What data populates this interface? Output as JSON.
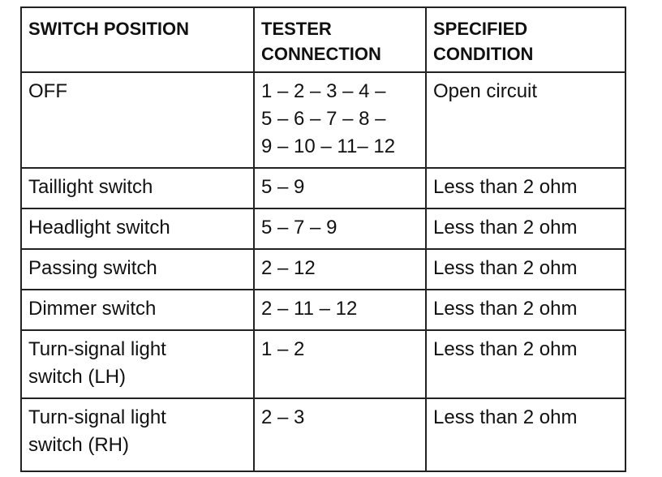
{
  "headers": {
    "switch_position": "SWITCH POSITION",
    "tester_connection": "TESTER\nCONNECTION",
    "specified_condition": "SPECIFIED\nCONDITION"
  },
  "rows": [
    {
      "switch": "OFF",
      "connection": "1 – 2 – 3 – 4 –\n5 – 6 – 7 – 8 –\n9 – 10 – 11– 12",
      "condition": "Open circuit"
    },
    {
      "switch": "Taillight switch",
      "connection": "5 – 9",
      "condition": "Less than 2 ohm"
    },
    {
      "switch": "Headlight switch",
      "connection": "5 – 7 – 9",
      "condition": "Less than 2 ohm"
    },
    {
      "switch": "Passing switch",
      "connection": "2 – 12",
      "condition": "Less than 2 ohm"
    },
    {
      "switch": "Dimmer switch",
      "connection": "2 – 11 – 12",
      "condition": "Less than 2 ohm"
    },
    {
      "switch": "Turn-signal light\nswitch (LH)",
      "connection": "1 – 2",
      "condition": "Less than 2 ohm"
    },
    {
      "switch": "Turn-signal light\nswitch (RH)",
      "connection": "2 – 3",
      "condition": "Less than 2 ohm"
    }
  ]
}
